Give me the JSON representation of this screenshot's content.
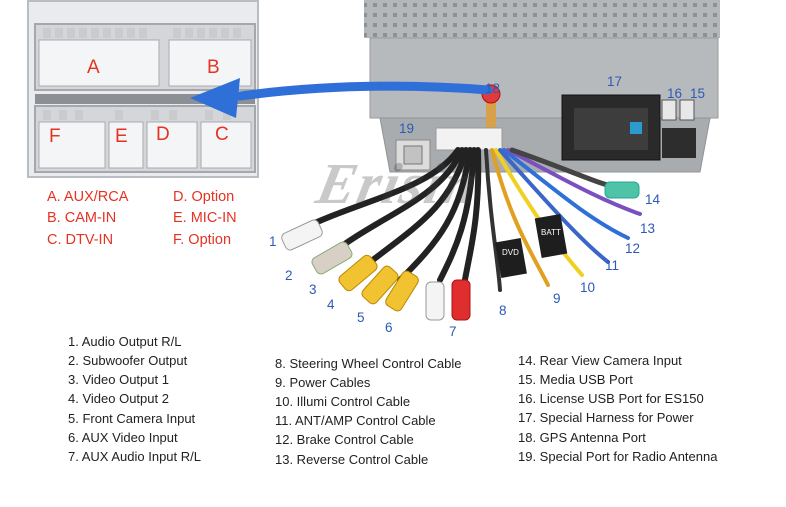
{
  "connector_letters": {
    "a": "A",
    "b": "B",
    "c": "C",
    "d": "D",
    "e": "E",
    "f": "F"
  },
  "connector_legend": [
    "A. AUX/RCA",
    "B. CAM-IN",
    "C. DTV-IN",
    "D. Option",
    "E. MIC-IN",
    "F. Option"
  ],
  "cable_numbers": [
    "1",
    "2",
    "3",
    "4",
    "5",
    "6",
    "7",
    "8",
    "9",
    "10",
    "11",
    "12",
    "13",
    "14"
  ],
  "port_numbers": [
    "15",
    "16",
    "17",
    "18",
    "19"
  ],
  "labels": {
    "tag_dvd": "DVD",
    "tag_batt": "BATT"
  },
  "watermark": "Erisin",
  "descriptions_col1": [
    "1. Audio Output R/L",
    "2. Subwoofer Output",
    "3. Video Output 1",
    "4. Video Output 2",
    "5. Front Camera Input",
    "6. AUX Video Input",
    "7. AUX Audio Input R/L"
  ],
  "descriptions_col2": [
    "8. Steering Wheel Control Cable",
    "9. Power Cables",
    "10. Illumi Control Cable",
    "11. ANT/AMP Control Cable",
    "12. Brake Control Cable",
    "13. Reverse Control Cable"
  ],
  "descriptions_col3": [
    "14. Rear View Camera Input",
    "15. Media USB Port",
    "16. License USB Port for ES150",
    "17. Special Harness for Power",
    "18. GPS Antenna Port",
    "19. Special Port for Radio Antenna"
  ],
  "colors": {
    "label_red": "#e53323",
    "number_blue": "#2d5ab6",
    "arrow_blue": "#2f6fd8"
  }
}
